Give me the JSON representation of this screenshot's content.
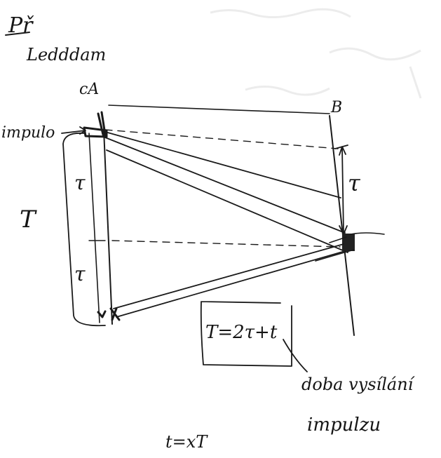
{
  "header": {
    "mark": "Př"
  },
  "labels": {
    "radar": "Ledddam",
    "station_a": "cA",
    "station_b": "B",
    "pulse": "impulo",
    "tau_right": "τ",
    "tau_upper": "τ",
    "tau_lower": "τ",
    "period": "T"
  },
  "formula": {
    "boxed": "T=2τ+t"
  },
  "annotation": {
    "line1": "doba vysílání",
    "line2": "impulzu"
  },
  "bottom_formula": "t=xT"
}
